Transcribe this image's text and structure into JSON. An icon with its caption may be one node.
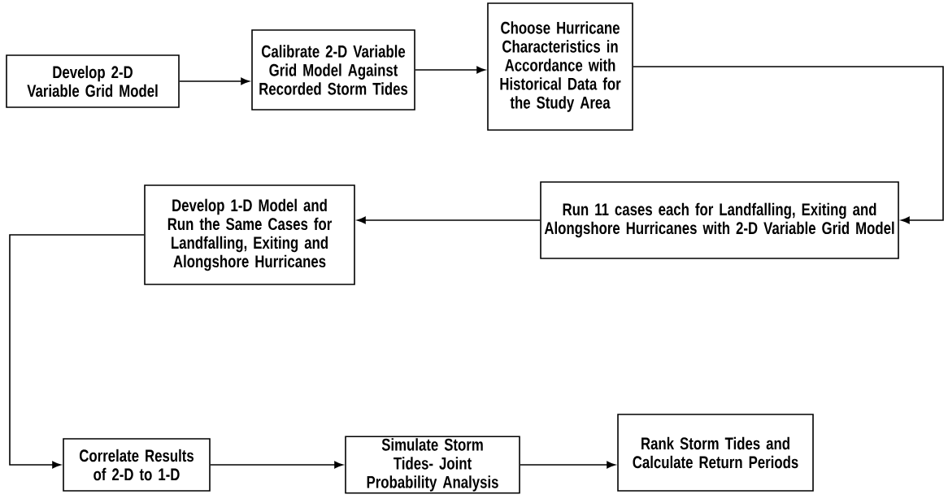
{
  "diagram": {
    "nodes": [
      {
        "text": [
          "Develop 2-D Variable Grid Model"
        ]
      },
      {
        "text": [
          "Calibrate 2-D Variable Grid Model Against Recorded Storm Tides"
        ]
      },
      {
        "text": [
          "Choose Hurricane Characteristics in Accordance with Historical Data for the Study Area"
        ]
      },
      {
        "text": [
          "Run 11 cases each for Landfalling, Exiting and Alongshore Hurricanes with 2-D Variable Grid Model"
        ]
      },
      {
        "text": [
          "Develop 1-D Model and Run the Same Cases for Landfalling, Exiting and Alongshore Hurricanes"
        ]
      },
      {
        "text": [
          "Correlate Results of 2-D to 1-D"
        ]
      },
      {
        "text": [
          "Simulate Storm Tides- Joint Probability Analysis"
        ]
      },
      {
        "text": [
          "Rank Storm Tides and Calculate Return Periods"
        ]
      }
    ],
    "edges": [
      {
        "from": 0,
        "to": 1,
        "arrow": "to"
      },
      {
        "from": 1,
        "to": 2,
        "arrow": "to"
      },
      {
        "from": 2,
        "to": 3,
        "arrow": "to"
      },
      {
        "from": 3,
        "to": 4,
        "arrow": "to"
      },
      {
        "from": 4,
        "to": 5,
        "arrow": "to"
      },
      {
        "from": 5,
        "to": 6,
        "arrow": "to"
      },
      {
        "from": 6,
        "to": 7,
        "arrow": "to"
      }
    ]
  }
}
